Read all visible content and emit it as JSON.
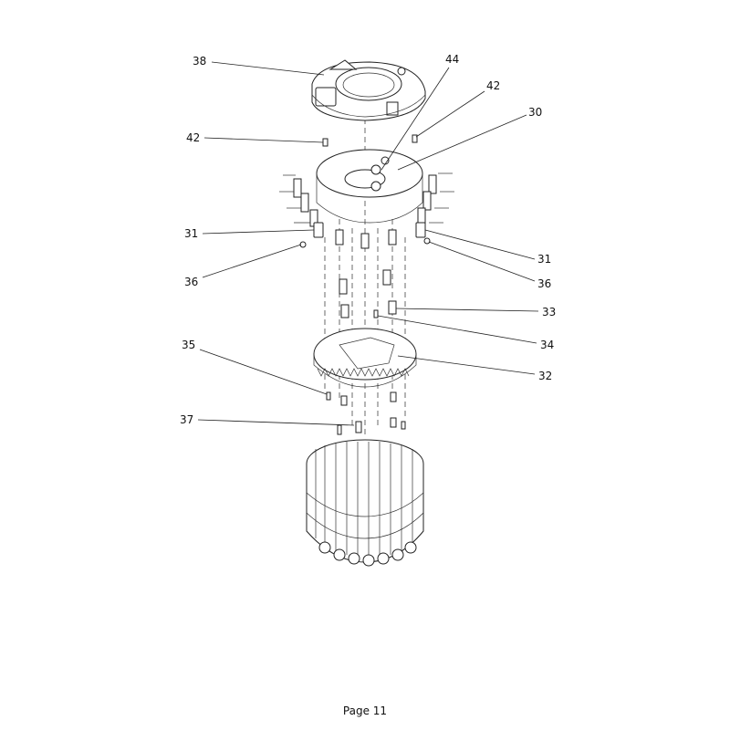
{
  "callouts": {
    "c38": "38",
    "c44": "44",
    "c42a": "42",
    "c30": "30",
    "c42b": "42",
    "c31a": "31",
    "c31b": "31",
    "c36a": "36",
    "c36b": "36",
    "c33": "33",
    "c34": "34",
    "c35": "35",
    "c32": "32",
    "c37": "37"
  },
  "footer": {
    "page": "Page 11"
  }
}
